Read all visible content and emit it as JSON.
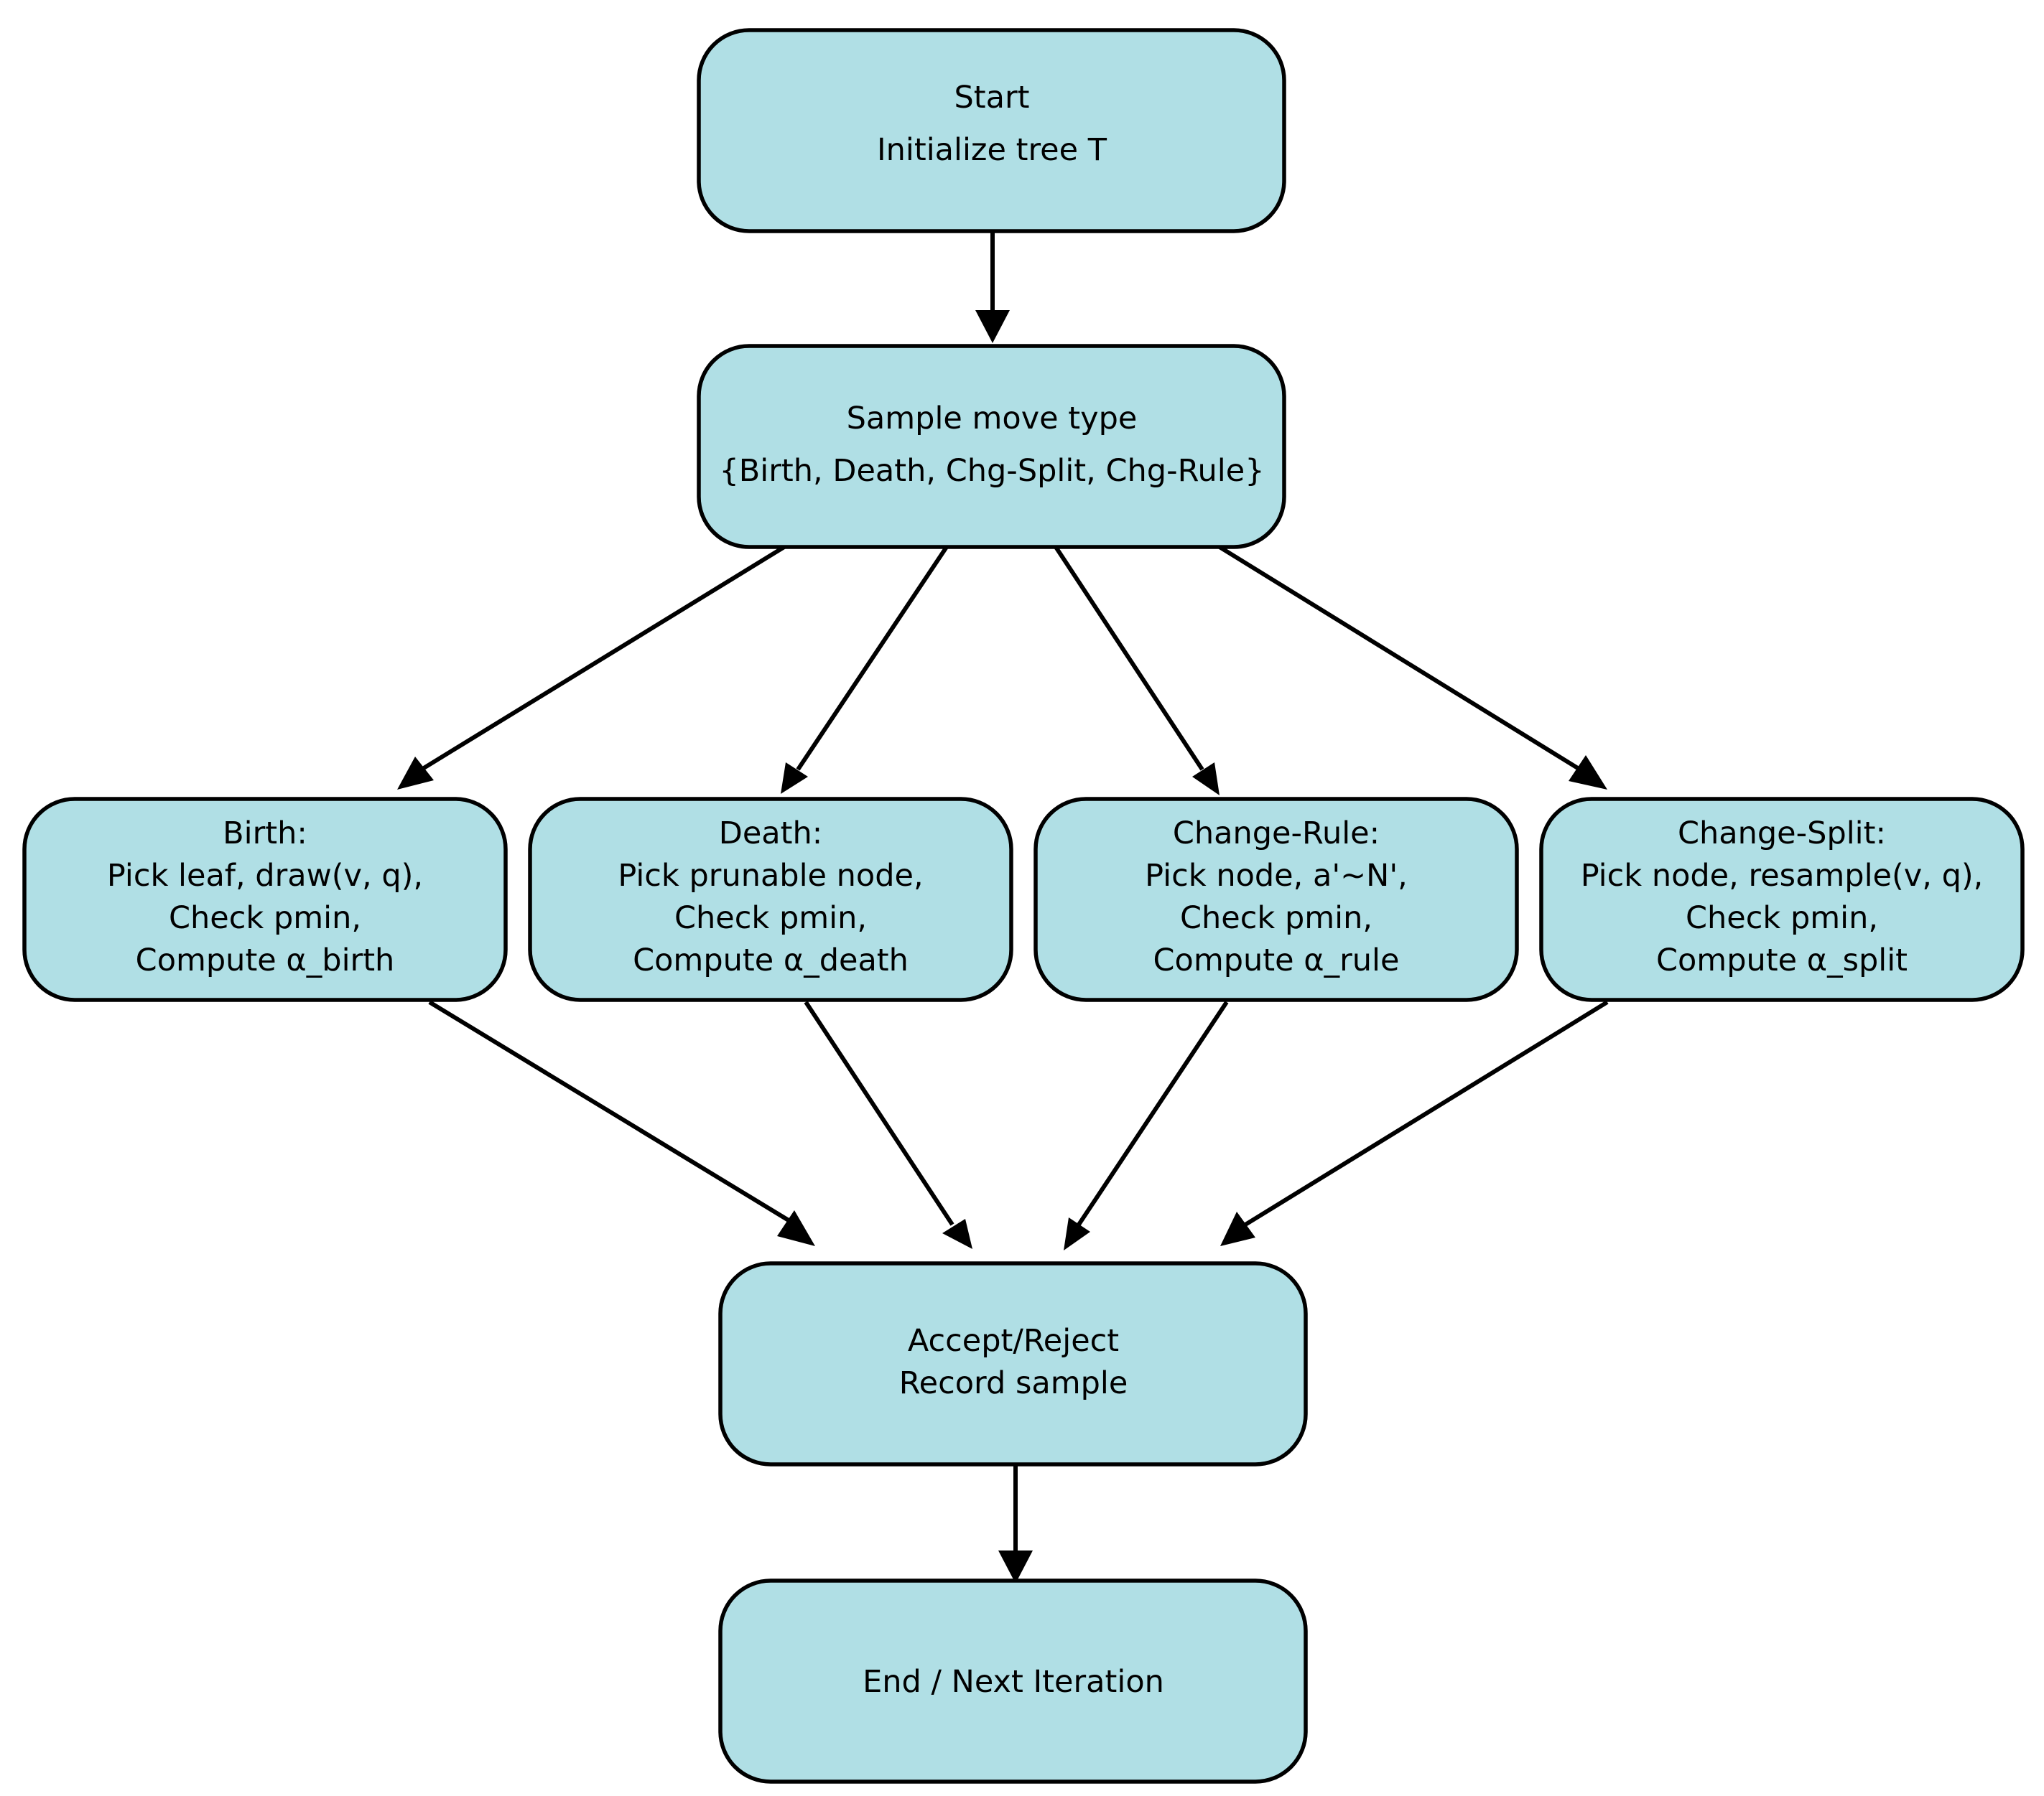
{
  "colors": {
    "node_fill": "#b0dfe5",
    "node_stroke": "#000000",
    "edge": "#000000",
    "background": "#ffffff"
  },
  "nodes": {
    "start": {
      "lines": [
        "Start",
        "Initialize tree T"
      ]
    },
    "sample": {
      "lines": [
        "Sample move type",
        "{Birth, Death, Chg-Split, Chg-Rule}"
      ]
    },
    "birth": {
      "lines": [
        "Birth:",
        "Pick leaf, draw(v, q),",
        "Check pmin,",
        "Compute α_birth"
      ]
    },
    "death": {
      "lines": [
        "Death:",
        "Pick prunable node,",
        "Check pmin,",
        "Compute α_death"
      ]
    },
    "change_rule": {
      "lines": [
        "Change-Rule:",
        "Pick node, a'~N',",
        "Check pmin,",
        "Compute α_rule"
      ]
    },
    "change_split": {
      "lines": [
        "Change-Split:",
        "Pick node, resample(v, q),",
        "Check pmin,",
        "Compute α_split"
      ]
    },
    "accept": {
      "lines": [
        "Accept/Reject",
        "Record sample"
      ]
    },
    "end": {
      "lines": [
        "End / Next Iteration"
      ]
    }
  },
  "edges": [
    {
      "from": "start",
      "to": "sample"
    },
    {
      "from": "sample",
      "to": "birth"
    },
    {
      "from": "sample",
      "to": "death"
    },
    {
      "from": "sample",
      "to": "change_rule"
    },
    {
      "from": "sample",
      "to": "change_split"
    },
    {
      "from": "birth",
      "to": "accept"
    },
    {
      "from": "death",
      "to": "accept"
    },
    {
      "from": "change_rule",
      "to": "accept"
    },
    {
      "from": "change_split",
      "to": "accept"
    },
    {
      "from": "accept",
      "to": "end"
    }
  ]
}
